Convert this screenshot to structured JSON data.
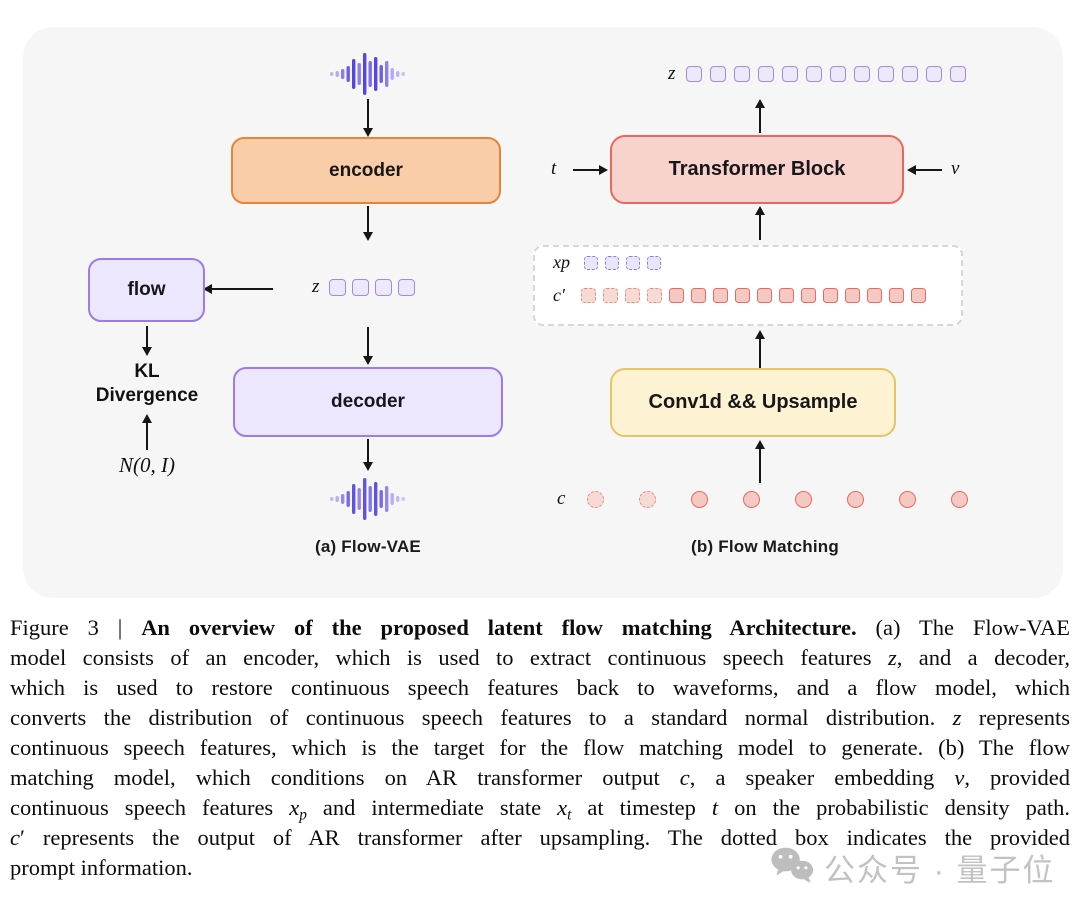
{
  "colors": {
    "panel_bg": "#F6F6F7",
    "encoder_fill": "#F9CDA8",
    "encoder_border": "#E2863E",
    "purple_fill": "#EDE7FD",
    "purple_border": "#9D7BEB",
    "purple_token_fill": "#EDE9FC",
    "purple_token_border": "#A586EC",
    "red_fill": "#F8D2CD",
    "red_border": "#E8685C",
    "red_token_fill": "#F5C9C3",
    "red_token_border": "#E8695E",
    "yellow_fill": "#FDF3D2",
    "yellow_border": "#E5C468",
    "waveform_purple": "#5546DF",
    "watermark_gray": "#C2C2C2"
  },
  "diagram": {
    "flow_vae": {
      "encoder": "encoder",
      "flow": "flow",
      "decoder": "decoder",
      "kl_line1": "KL",
      "kl_line2": "Divergence",
      "normal": "N(0, I)",
      "z_label": "z",
      "z_tokens": {
        "dashed": 0,
        "solid": 4
      },
      "caption": "(a) Flow-VAE"
    },
    "flow_matching": {
      "z_label": "z",
      "z_tokens": {
        "dashed": 0,
        "solid": 12
      },
      "transformer": "Transformer Block",
      "t_label": "t",
      "v_label": "v",
      "xp_base": "x",
      "xp_sub": "p",
      "xp_tokens": {
        "dashed": 4,
        "solid": 0
      },
      "cprime_label": "c′",
      "cprime_tokens": {
        "dashed": 4,
        "solid": 12
      },
      "conv": "Conv1d && Upsample",
      "c_label": "c",
      "c_tokens": {
        "dashed": 2,
        "solid": 6
      },
      "caption": "(b) Flow Matching"
    }
  },
  "caption": {
    "lines": [
      {
        "justify": true,
        "segments": [
          {
            "t": "Figure 3 | "
          },
          {
            "t": "An overview of the proposed latent flow matching Architecture.",
            "b": 1
          },
          {
            "t": " (a) The Flow-VAE"
          }
        ]
      },
      {
        "justify": true,
        "segments": [
          {
            "t": "model consists of an encoder, which is used to extract continuous speech features "
          },
          {
            "t": "z",
            "i": 1
          },
          {
            "t": ", and a decoder,"
          }
        ]
      },
      {
        "justify": true,
        "segments": [
          {
            "t": "which is used to restore continuous speech features back to waveforms, and a flow model, which"
          }
        ]
      },
      {
        "justify": true,
        "segments": [
          {
            "t": "converts the distribution of continuous speech features to a standard normal distribution. "
          },
          {
            "t": "z",
            "i": 1
          },
          {
            "t": " represents"
          }
        ]
      },
      {
        "justify": true,
        "segments": [
          {
            "t": "continuous speech features, which is the target for the flow matching model to generate. (b) The flow"
          }
        ]
      },
      {
        "justify": true,
        "segments": [
          {
            "t": "matching model, which conditions on AR transformer output "
          },
          {
            "t": "c",
            "i": 1
          },
          {
            "t": ", a speaker embedding "
          },
          {
            "t": "v",
            "i": 1
          },
          {
            "t": ", provided"
          }
        ]
      },
      {
        "justify": true,
        "segments": [
          {
            "t": "continuous speech features "
          },
          {
            "t": "x",
            "i": 1
          },
          {
            "t": "p",
            "i": 1,
            "sub": 1
          },
          {
            "t": " and intermediate state "
          },
          {
            "t": "x",
            "i": 1
          },
          {
            "t": "t",
            "i": 1,
            "sub": 1
          },
          {
            "t": " at timestep "
          },
          {
            "t": "t",
            "i": 1
          },
          {
            "t": " on the probabilistic density path."
          }
        ]
      },
      {
        "justify": true,
        "segments": [
          {
            "t": "c",
            "i": 1
          },
          {
            "t": "′ represents the output of AR transformer after upsampling. The dotted box indicates the provided"
          }
        ]
      },
      {
        "justify": false,
        "segments": [
          {
            "t": "prompt information."
          }
        ]
      }
    ]
  },
  "watermark": {
    "text": "公众号 · 量子位"
  }
}
